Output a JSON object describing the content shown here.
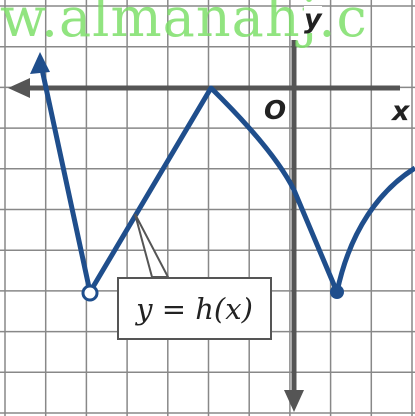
{
  "watermark": "w.almanahj.c",
  "axes": {
    "x_label": "x",
    "y_label": "y",
    "origin_label": "O"
  },
  "callout": {
    "text": "y = h(x)"
  },
  "colors": {
    "curve": "#1f4e8c",
    "grid": "#888888",
    "axis": "#555555"
  },
  "function": {
    "open_point": [
      -5,
      -5
    ],
    "closed_point": [
      1,
      -5
    ],
    "peak": [
      -2,
      0
    ]
  }
}
